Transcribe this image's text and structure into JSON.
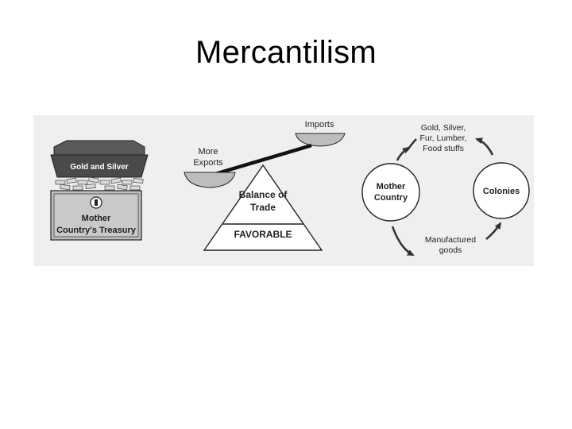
{
  "slide": {
    "title": "Mercantilism"
  },
  "treasury": {
    "chest_label": "Gold and Silver",
    "base_label_line1": "Mother",
    "base_label_line2": "Country's Treasury"
  },
  "balance": {
    "left_pan_line1": "More",
    "left_pan_line2": "Exports",
    "right_pan_label": "Imports",
    "triangle_line1": "Balance of",
    "triangle_line2": "Trade",
    "base_label": "FAVORABLE"
  },
  "cycle": {
    "mother_line1": "Mother",
    "mother_line2": "Country",
    "colonies_label": "Colonies",
    "top_line1": "Gold, Silver,",
    "top_line2": "Fur, Lumber,",
    "top_line3": "Food stuffs",
    "bottom_line1": "Manufactured",
    "bottom_line2": "goods"
  },
  "colors": {
    "figure_bg": "#efefef",
    "chest_dark": "#4a4a4a",
    "bin_gray": "#bdbdbd",
    "ink": "#222222"
  }
}
